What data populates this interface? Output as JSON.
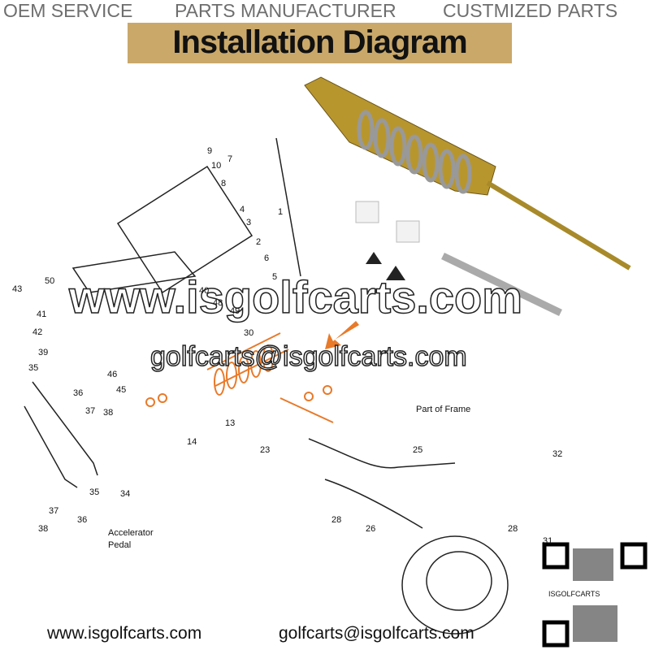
{
  "header": {
    "taglines": [
      "OEM SERVICE",
      "PARTS MANUFACTURER",
      "CUSTMIZED PARTS"
    ],
    "title": "Installation Diagram"
  },
  "diagram": {
    "labels": [
      "9",
      "7",
      "10",
      "8",
      "4",
      "3",
      "1",
      "2",
      "6",
      "5",
      "50",
      "43",
      "40",
      "48",
      "49",
      "41",
      "42",
      "30",
      "39",
      "35",
      "46",
      "36",
      "37",
      "38",
      "45",
      "14",
      "13",
      "23",
      "Part of Frame",
      "25",
      "32",
      "34",
      "35",
      "37",
      "36",
      "38",
      "28",
      "26",
      "28",
      "Accelerator",
      "Pedal",
      "31"
    ]
  },
  "watermarks": {
    "site": "www.isgolfcarts.com",
    "email": "golfcarts@isgolfcarts.com"
  },
  "qr": {
    "label": "ISGOLFCARTS"
  },
  "footer": {
    "site": "www.isgolfcarts.com",
    "email": "golfcarts@isgolfcarts.com"
  },
  "colors": {
    "highlight": "#e87a2a",
    "title_bg": "#c9a86a",
    "brass": "#b8962e"
  }
}
